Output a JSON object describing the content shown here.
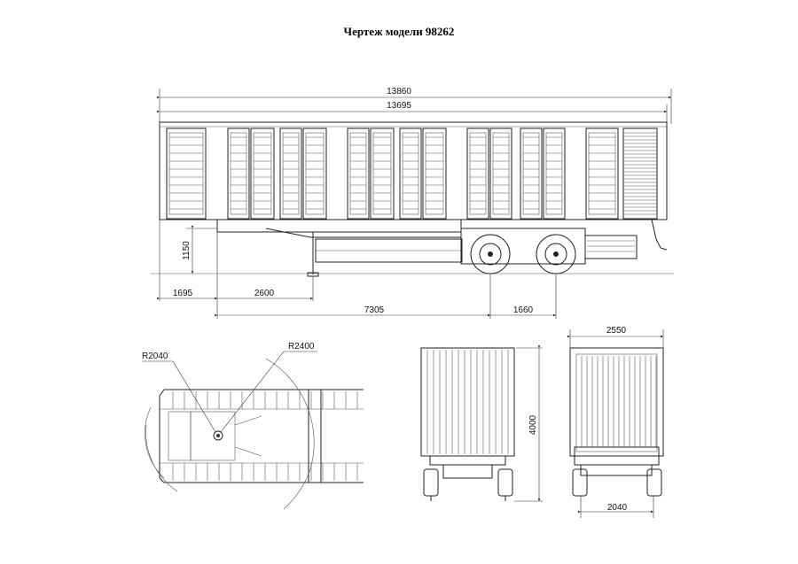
{
  "title": "Чертеж модели 98262",
  "side_view": {
    "overall_length": "13860",
    "body_length": "13695",
    "coupling_height": "1150",
    "front_overhang": "1695",
    "kingpin_to_legs": "2600",
    "kingpin_to_axle": "7305",
    "axle_spacing": "1660"
  },
  "plan_view": {
    "front_radius": "R2040",
    "kingpin_radius": "R2400"
  },
  "rear_views": {
    "height": "4000",
    "width": "2550",
    "track": "2040"
  }
}
